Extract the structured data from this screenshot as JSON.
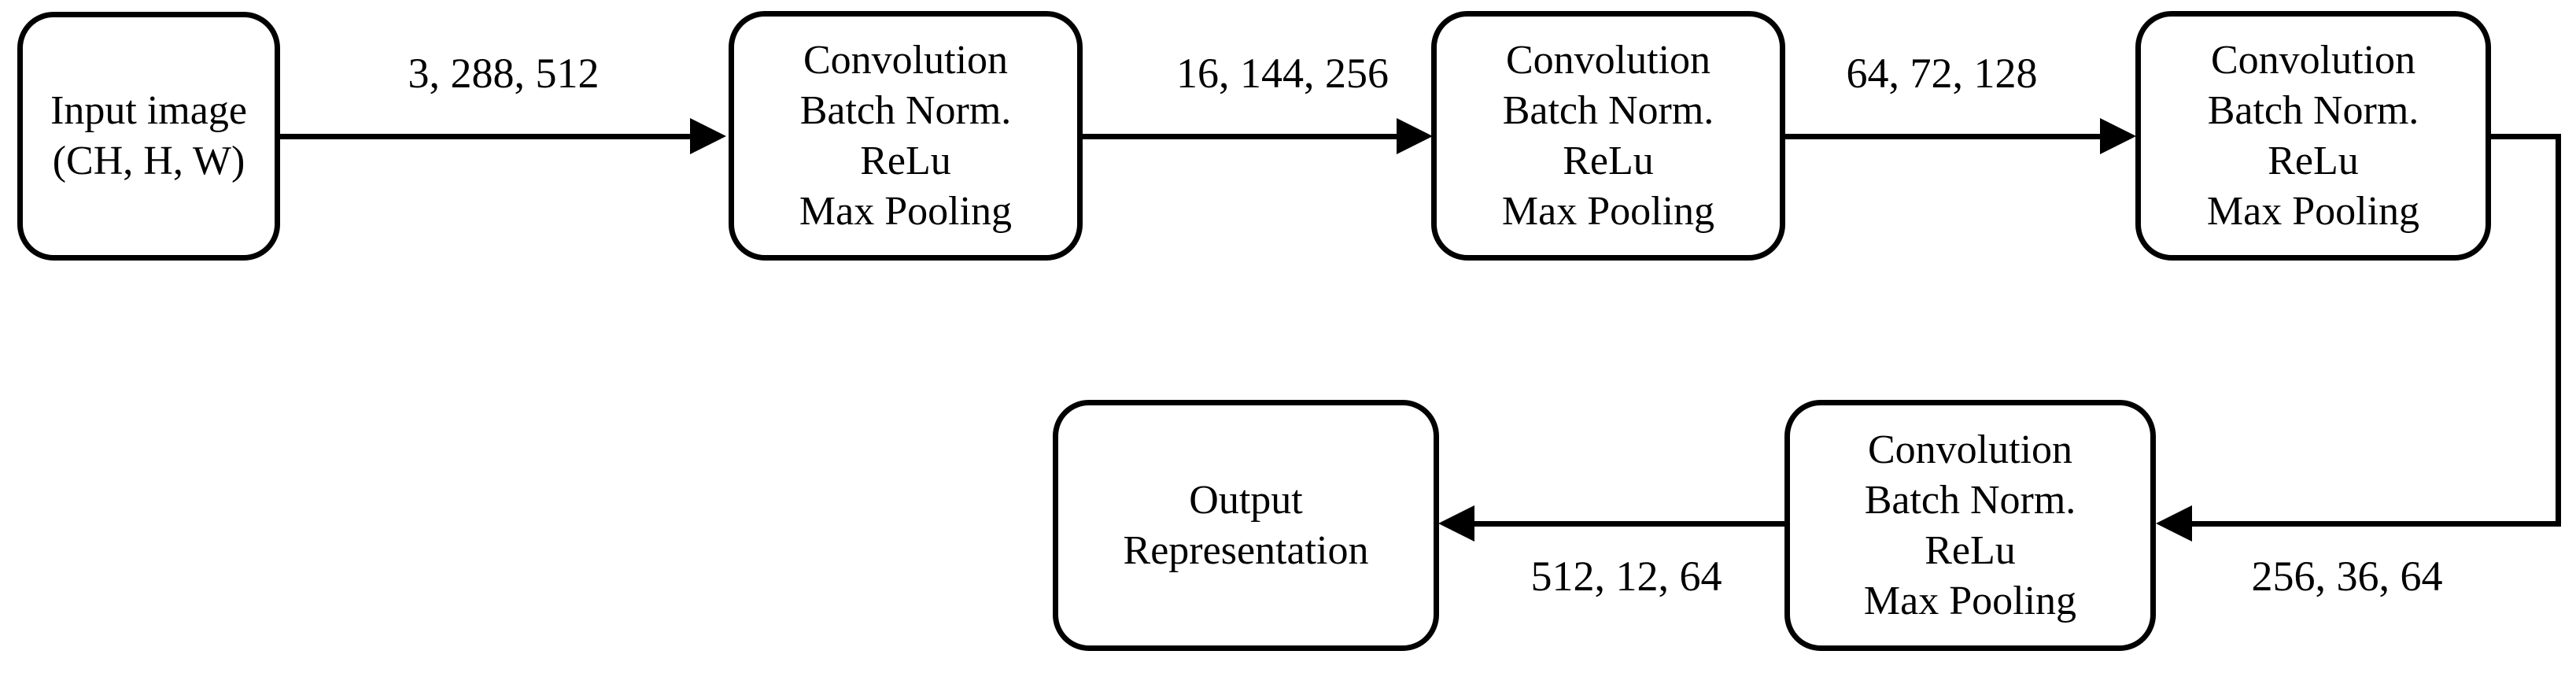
{
  "diagram": {
    "colors": {
      "stroke": "#000000",
      "background": "#ffffff",
      "text": "#000000"
    },
    "nodes": {
      "input": {
        "lines": [
          "Input image",
          "(CH, H, W)"
        ]
      },
      "conv1": {
        "lines": [
          "Convolution",
          "Batch Norm.",
          "ReLu",
          "Max Pooling"
        ]
      },
      "conv2": {
        "lines": [
          "Convolution",
          "Batch Norm.",
          "ReLu",
          "Max Pooling"
        ]
      },
      "conv3": {
        "lines": [
          "Convolution",
          "Batch Norm.",
          "ReLu",
          "Max Pooling"
        ]
      },
      "conv4": {
        "lines": [
          "Convolution",
          "Batch Norm.",
          "ReLu",
          "Max Pooling"
        ]
      },
      "output": {
        "lines": [
          "Output",
          "Representation"
        ]
      }
    },
    "edges": [
      {
        "from": "input",
        "to": "conv1",
        "label": "3, 288, 512"
      },
      {
        "from": "conv1",
        "to": "conv2",
        "label": "16, 144, 256"
      },
      {
        "from": "conv2",
        "to": "conv3",
        "label": "64, 72, 128"
      },
      {
        "from": "conv3",
        "to": "conv4",
        "label": "256, 36, 64"
      },
      {
        "from": "conv4",
        "to": "output",
        "label": "512, 12, 64"
      }
    ]
  }
}
